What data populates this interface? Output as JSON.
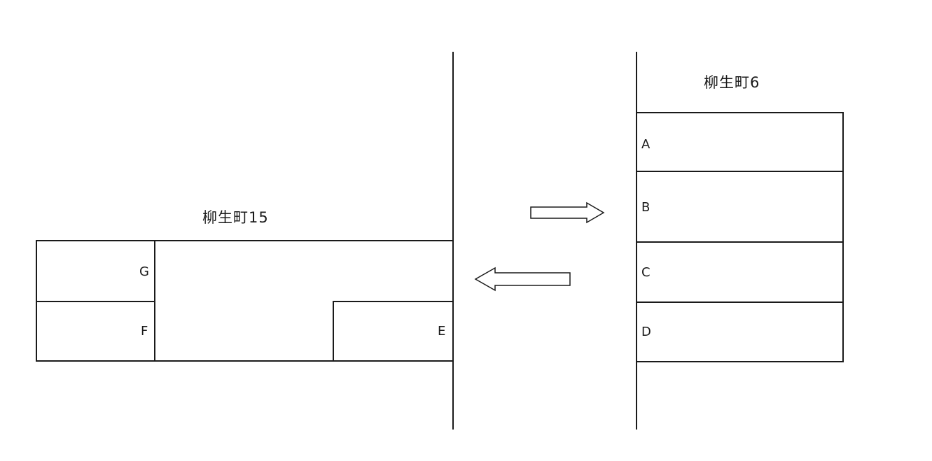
{
  "diagram": {
    "colors": {
      "line": "#1a1a1a",
      "background": "#ffffff"
    },
    "left_area": {
      "title": "柳生町15",
      "plots": {
        "g": "G",
        "f": "F",
        "e": "E"
      }
    },
    "right_area": {
      "title": "柳生町6",
      "plots": {
        "a": "A",
        "b": "B",
        "c": "C",
        "d": "D"
      }
    },
    "arrows": {
      "exchange_right": "arrow-right-icon",
      "exchange_left": "arrow-left-icon"
    }
  }
}
